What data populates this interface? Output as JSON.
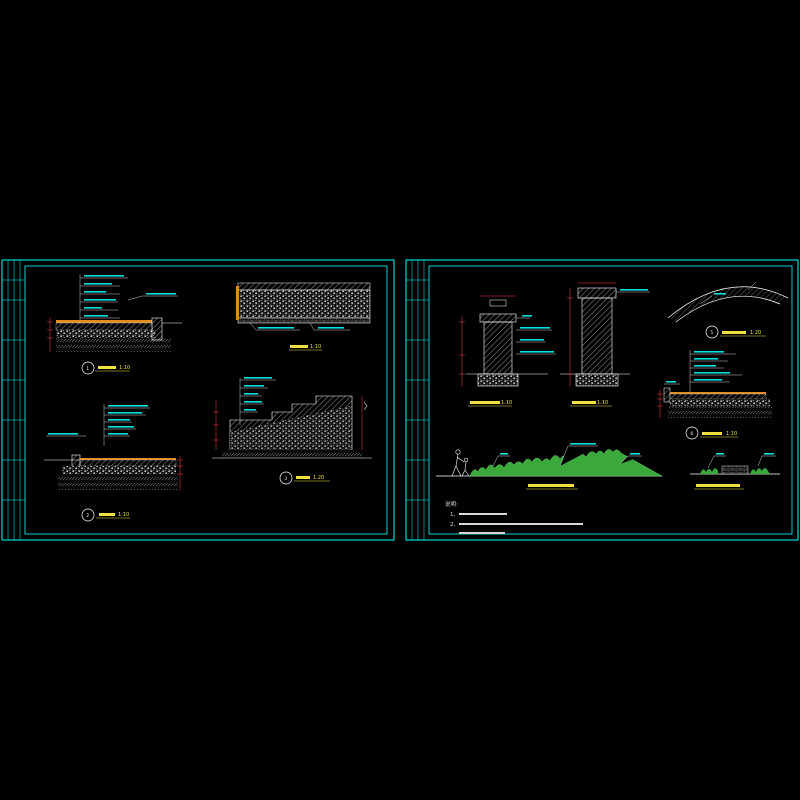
{
  "sheets": [
    {
      "id": "left",
      "details": [
        {
          "id": "d1",
          "number": "1",
          "title": "",
          "scale": "1:10"
        },
        {
          "id": "d2",
          "number": "2",
          "title": "",
          "scale": "1:10"
        },
        {
          "id": "d3",
          "number": "3",
          "title": "",
          "scale": "1:20"
        },
        {
          "id": "d4",
          "number": "",
          "title": "",
          "scale": "1:10"
        }
      ]
    },
    {
      "id": "right",
      "details": [
        {
          "id": "r1",
          "number": "",
          "title": "",
          "scale": "1:10"
        },
        {
          "id": "r2",
          "number": "",
          "title": "",
          "scale": "1:10"
        },
        {
          "id": "r3",
          "number": "5",
          "title": "",
          "scale": "1:20"
        },
        {
          "id": "r4",
          "number": "6",
          "title": "",
          "scale": "1:10"
        },
        {
          "id": "r5",
          "number": "",
          "title": "",
          "scale": ""
        },
        {
          "id": "r6",
          "number": "",
          "title": "",
          "scale": ""
        }
      ],
      "notes_label": "说明:",
      "notes": [
        "1、",
        "2、"
      ]
    }
  ],
  "colors": {
    "background": "#000000",
    "frame": "#00ffff",
    "linework": "#ffffff",
    "title_text": "#f0e040",
    "hatch": "#c8c8c8",
    "gravel": "#bfbfbf",
    "dimension": "#ff4040",
    "edge_highlight": "#e08a20",
    "vegetation": "#3aa83a",
    "leader_text": "#00e0e0"
  }
}
